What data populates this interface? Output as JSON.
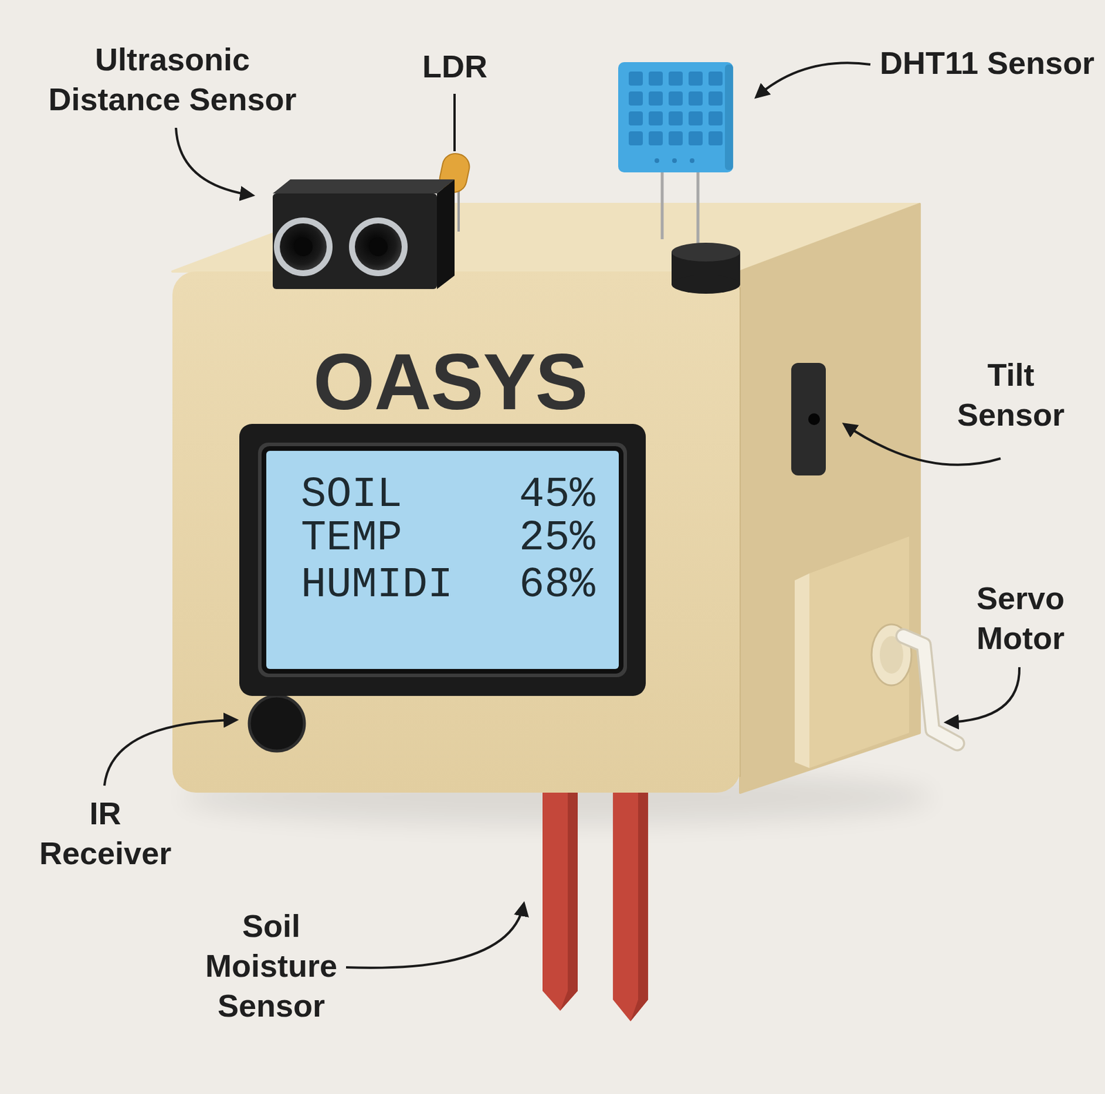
{
  "diagram": {
    "nodes": [
      {
        "text": [
          "OASYS"
        ]
      },
      {
        "text": [
          "SOIL",
          "45%",
          "TEMP",
          "25%",
          "HUMIDI",
          "68%"
        ],
        "in": 0
      }
    ],
    "labels": [
      "Ultrasonic Distance Sensor",
      "LDR",
      "DHT11 Sensor",
      "Tilt Sensor",
      "Servo Motor",
      "IR Receiver",
      "Soil Moisture Sensor"
    ]
  }
}
